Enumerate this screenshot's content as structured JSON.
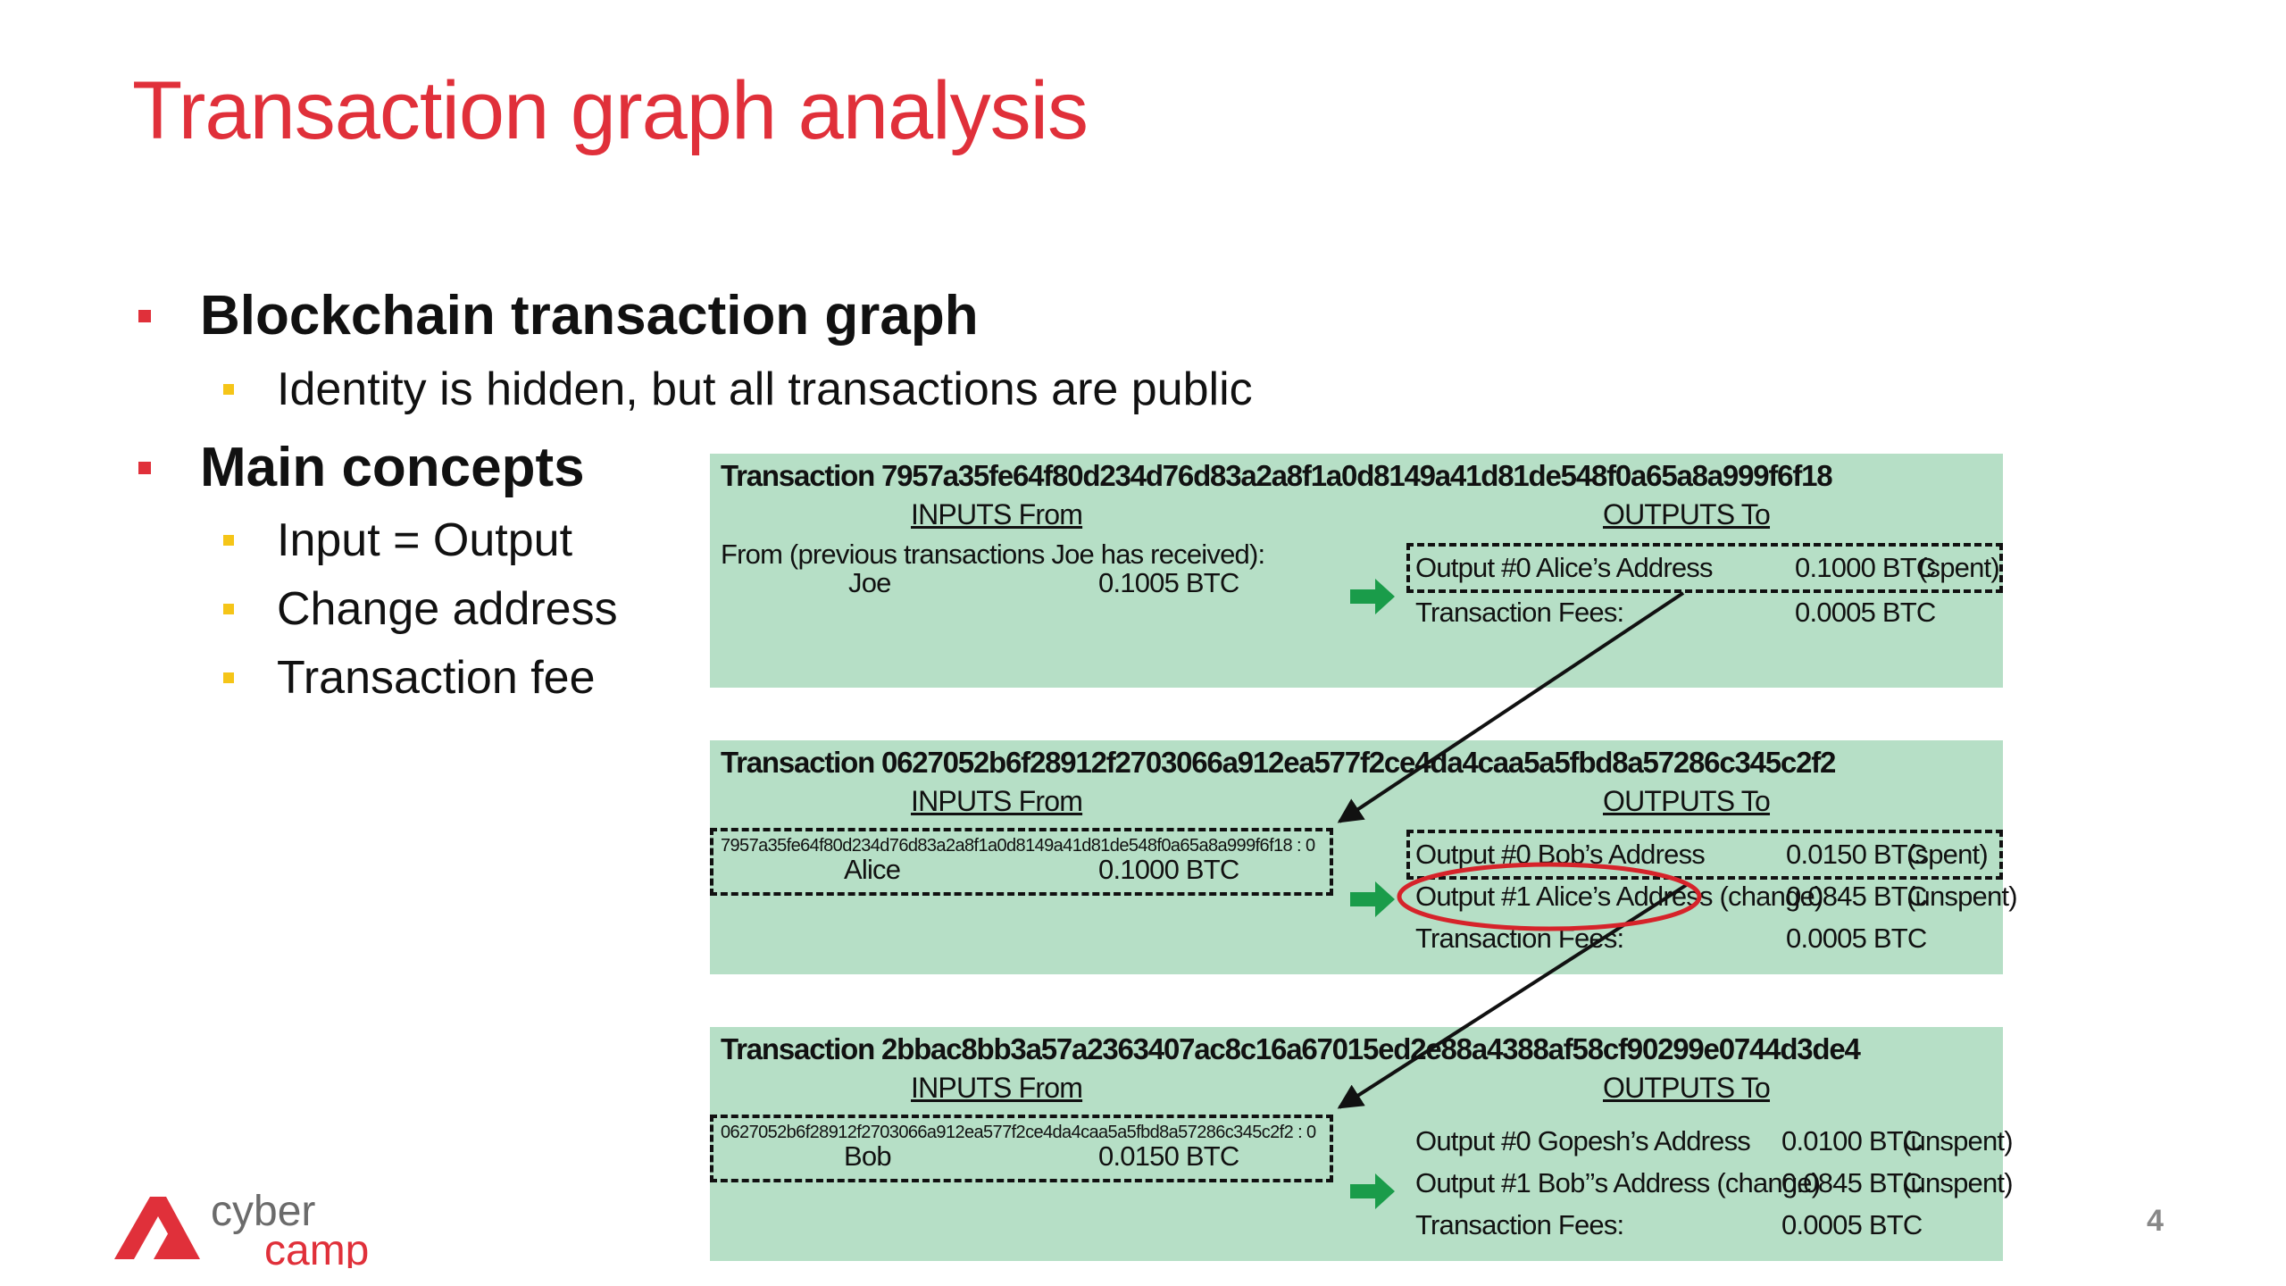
{
  "title": "Transaction graph analysis",
  "bullets": [
    {
      "label": "Blockchain transaction graph",
      "children": [
        "Identity is hidden, but all transactions are public"
      ]
    },
    {
      "label": "Main concepts",
      "children": [
        "Input = Output",
        "Change address",
        "Transaction fee"
      ]
    }
  ],
  "transactions": [
    {
      "header": "Transaction 7957a35fe64f80d234d76d83a2a8f1a0d8149a41d81de548f0a65a8a999f6f18",
      "inputs_label": "INPUTS From",
      "outputs_label": "OUTPUTS To",
      "input_ref": "From (previous transactions Joe has received):",
      "input_name": "Joe",
      "input_amount": "0.1005 BTC",
      "outputs": [
        {
          "label": "Output #0 Alice’s Address",
          "amount": "0.1000 BTC",
          "status": "(spent)"
        },
        {
          "label": "Transaction Fees:",
          "amount": "0.0005 BTC",
          "status": ""
        }
      ]
    },
    {
      "header": "Transaction 0627052b6f28912f2703066a912ea577f2ce4da4caa5a5fbd8a57286c345c2f2",
      "inputs_label": "INPUTS From",
      "outputs_label": "OUTPUTS To",
      "input_ref": "7957a35fe64f80d234d76d83a2a8f1a0d8149a41d81de548f0a65a8a999f6f18 : 0",
      "input_name": "Alice",
      "input_amount": "0.1000 BTC",
      "outputs": [
        {
          "label": "Output #0 Bob’s Address",
          "amount": "0.0150 BTC",
          "status": "(spent)"
        },
        {
          "label": "Output #1 Alice’s Address (change)",
          "amount": "0.0845 BTC",
          "status": "(unspent)"
        },
        {
          "label": "Transaction Fees:",
          "amount": "0.0005 BTC",
          "status": ""
        }
      ]
    },
    {
      "header": "Transaction 2bbac8bb3a57a2363407ac8c16a67015ed2e88a4388af58cf90299e0744d3de4",
      "inputs_label": "INPUTS From",
      "outputs_label": "OUTPUTS To",
      "input_ref": "0627052b6f28912f2703066a912ea577f2ce4da4caa5a5fbd8a57286c345c2f2 : 0",
      "input_name": "Bob",
      "input_amount": "0.0150 BTC",
      "outputs": [
        {
          "label": "Output #0 Gopesh’s Address",
          "amount": "0.0100 BTC",
          "status": "(unspent)"
        },
        {
          "label": "Output #1 Bob’’s Address (change)",
          "amount": "0.0845 BTC",
          "status": "(unspent)"
        },
        {
          "label": "Transaction Fees:",
          "amount": "0.0005 BTC",
          "status": ""
        }
      ]
    }
  ],
  "logo": {
    "line1": "cyber",
    "line2": "camp"
  },
  "page_number": "4",
  "colors": {
    "title": "#e0303a",
    "panel": "#b6dfc6",
    "arrow": "#1a9c4a",
    "highlight": "#d6232a",
    "bullet_l2": "#f5c518"
  }
}
